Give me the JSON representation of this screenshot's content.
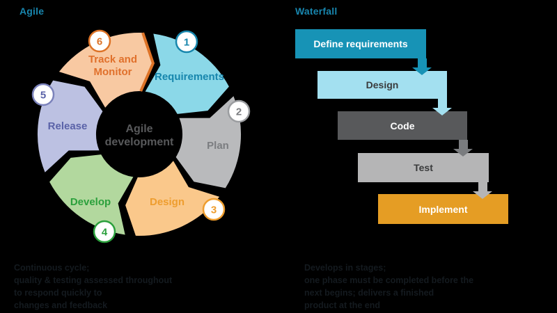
{
  "left_panel": {
    "title": "Agile",
    "title_color": "#1886ae",
    "center": {
      "line1": "Agile",
      "line2": "development",
      "color": "#58595b"
    },
    "segments": [
      {
        "num": "1",
        "label": "Requirements",
        "fill": "#8bd8e8",
        "text_color": "#1786ad",
        "badge_color": "#1786ad"
      },
      {
        "num": "2",
        "label": "Plan",
        "fill": "#b9babc",
        "text_color": "#7b7d80",
        "badge_color": "#9b9da0"
      },
      {
        "num": "3",
        "label": "Design",
        "fill": "#fac88b",
        "text_color": "#ee9d2e",
        "badge_color": "#ee9d2e"
      },
      {
        "num": "4",
        "label": "Develop",
        "fill": "#b2d89e",
        "text_color": "#2ba03c",
        "badge_color": "#2ba03c"
      },
      {
        "num": "5",
        "label": "Release",
        "fill": "#bcc1e2",
        "text_color": "#5a62a8",
        "badge_color": "#7b82bb"
      },
      {
        "num": "6",
        "label_line1": "Track and",
        "label_line2": "Monitor",
        "fill": "#f8c9a2",
        "text_color": "#e0702b",
        "badge_color": "#dd7327",
        "edge_color": "#dd7327"
      }
    ],
    "caption": {
      "color": "#141a1f",
      "lines": [
        "Continuous cycle;",
        "quality & testing assessed throughout",
        "to respond quickly to",
        "changes and feedback"
      ]
    }
  },
  "right_panel": {
    "title": "Waterfall",
    "title_color": "#1886ae",
    "steps": [
      {
        "label": "Define requirements",
        "fill": "#1793b6",
        "text_color": "#ffffff"
      },
      {
        "label": "Design",
        "fill": "#a3e0f0",
        "text_color": "#3a3b3c"
      },
      {
        "label": "Code",
        "fill": "#58595b",
        "text_color": "#ffffff"
      },
      {
        "label": "Test",
        "fill": "#b5b5b6",
        "text_color": "#3a3b3c"
      },
      {
        "label": "Implement",
        "fill": "#e59d24",
        "text_color": "#ffffff"
      }
    ],
    "arrow_colors": [
      "#1793b6",
      "#a3e0f0",
      "#7a7c7f",
      "#b5b5b6"
    ],
    "caption": {
      "color": "#141a1f",
      "lines": [
        "Develops in stages;",
        "one phase must be completed before the",
        "next begins; delivers a finished",
        "product at the end"
      ]
    }
  }
}
